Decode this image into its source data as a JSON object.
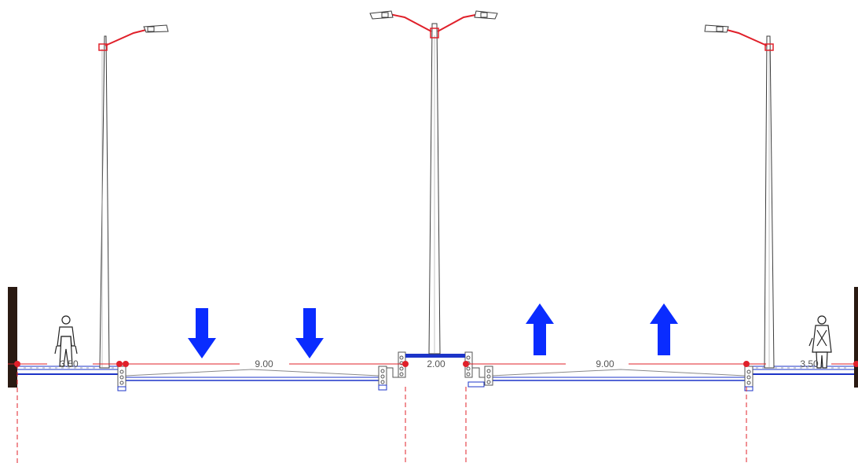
{
  "dimensions": {
    "labels": [
      "3.50",
      "9.00",
      "2.00",
      "9.00",
      "3.50"
    ]
  },
  "traffic": {
    "left_carriageway": "down",
    "right_carriageway": "up"
  },
  "colors": {
    "background": "#ffffff",
    "pole_outline": "#3c3c3c",
    "luminaire_arm": "#e0202a",
    "dimension_line": "#e0202a",
    "dimension_marker": "#e0202a",
    "direction_arrow": "#0a2cff",
    "road_surface": "#1c34c8",
    "wall": "#2a1a12"
  },
  "icons": [
    "street-light-pole",
    "double-arm-street-light",
    "pedestrian-icon",
    "direction-arrow"
  ]
}
